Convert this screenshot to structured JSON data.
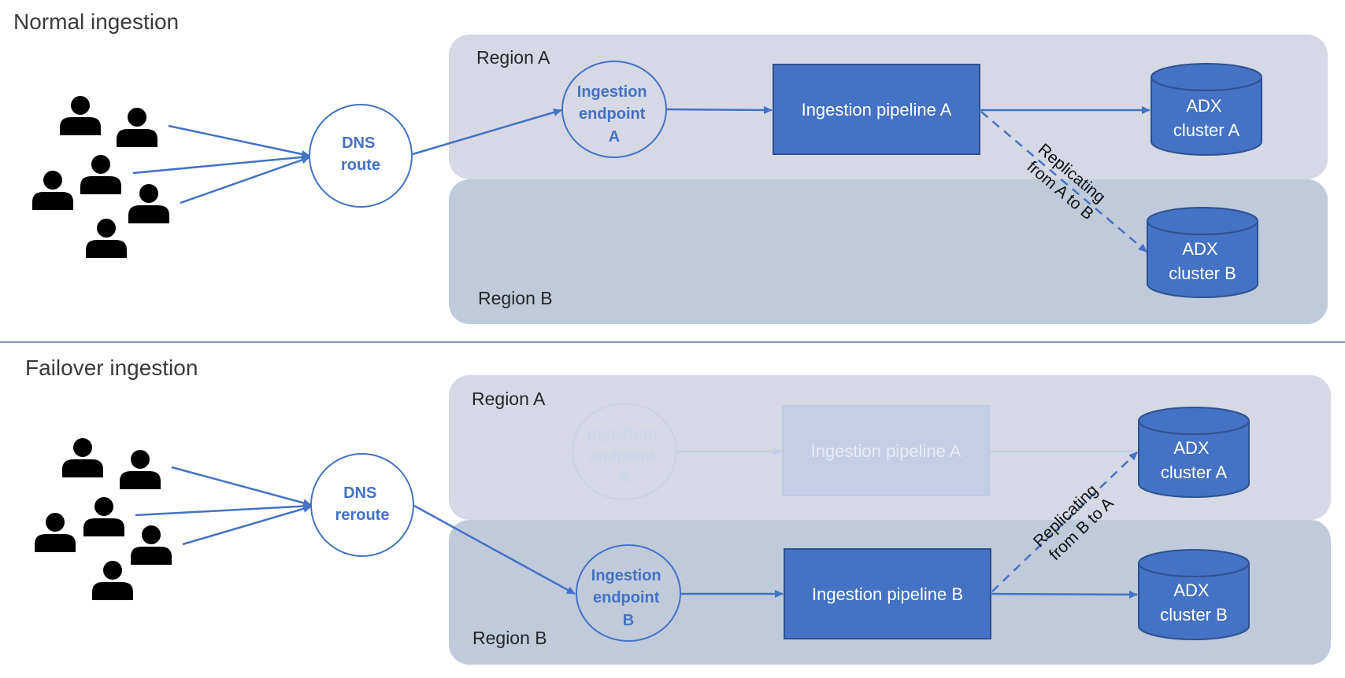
{
  "normal": {
    "title": "Normal ingestion",
    "region_a_label": "Region A",
    "region_b_label": "Region B",
    "dns": [
      "DNS",
      "route"
    ],
    "endpoint_a": [
      "Ingestion",
      "endpoint",
      "A"
    ],
    "pipeline_a": "Ingestion pipeline A",
    "cluster_a": [
      "ADX",
      "cluster A"
    ],
    "cluster_b": [
      "ADX",
      "cluster B"
    ],
    "replicating": [
      "Replicating",
      "from A to B"
    ]
  },
  "failover": {
    "title": "Failover ingestion",
    "region_a_label": "Region A",
    "region_b_label": "Region B",
    "dns": [
      "DNS",
      "reroute"
    ],
    "endpoint_a": [
      "Ingestion",
      "endpoint",
      "A"
    ],
    "pipeline_a": "Ingestion pipeline A",
    "endpoint_b": [
      "Ingestion",
      "endpoint",
      "B"
    ],
    "pipeline_b": "Ingestion pipeline B",
    "cluster_a": [
      "ADX",
      "cluster A"
    ],
    "cluster_b": [
      "ADX",
      "cluster B"
    ],
    "replicating": [
      "Replicating",
      "from B to A"
    ]
  },
  "colors": {
    "accent": "#4472c4",
    "accent_dark": "#2f528f",
    "region_a_fill": "#d6d8e6",
    "region_b_fill": "#bfcbdb",
    "divider": "#2f5597",
    "users": "#000000"
  },
  "icons": {
    "user_group": "users-icon"
  }
}
